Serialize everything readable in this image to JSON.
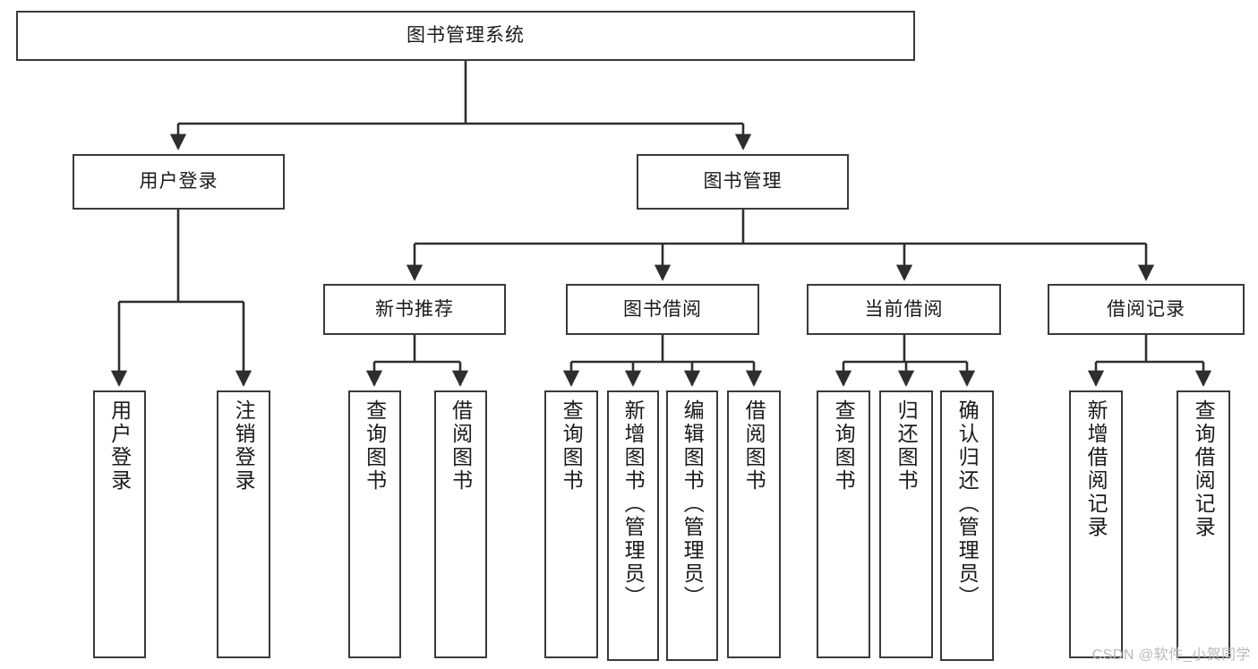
{
  "diagram": {
    "title": "图书管理系统",
    "root": {
      "label": "图书管理系统"
    },
    "level1": [
      {
        "label": "用户登录"
      },
      {
        "label": "图书管理"
      }
    ],
    "level2": [
      {
        "label": "新书推荐"
      },
      {
        "label": "图书借阅"
      },
      {
        "label": "当前借阅"
      },
      {
        "label": "借阅记录"
      }
    ],
    "leaves": [
      {
        "label": "用户登录"
      },
      {
        "label": "注销登录"
      },
      {
        "label": "查询图书"
      },
      {
        "label": "借阅图书"
      },
      {
        "label": "查询图书"
      },
      {
        "label": "新增图书（管理员）"
      },
      {
        "label": "编辑图书（管理员）"
      },
      {
        "label": "借阅图书"
      },
      {
        "label": "查询图书"
      },
      {
        "label": "归还图书"
      },
      {
        "label": "确认归还（管理员）"
      },
      {
        "label": "新增借阅记录"
      },
      {
        "label": "查询借阅记录"
      }
    ],
    "colors": {
      "stroke": "#3a3a3a",
      "background": "#ffffff",
      "text": "#1a1a1a",
      "watermark": "#b9b9b9"
    }
  },
  "watermark": {
    "text": "CSDN @软件_小贺同学"
  }
}
